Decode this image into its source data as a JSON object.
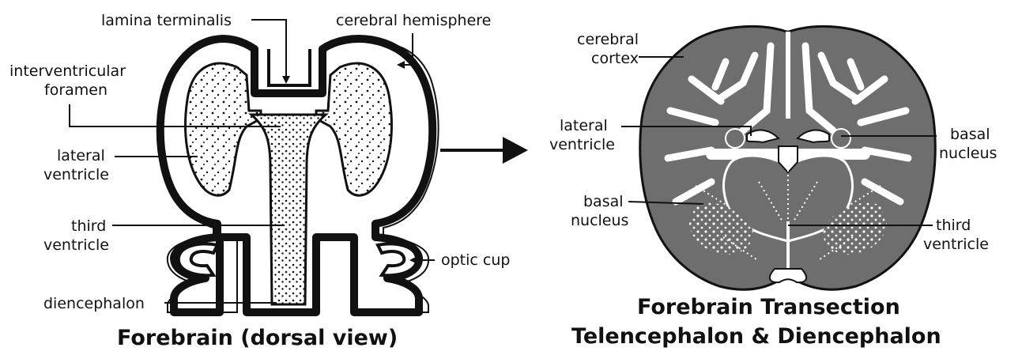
{
  "left_figure": {
    "caption": "Forebrain (dorsal view)",
    "labels": {
      "lamina_terminalis": "lamina terminalis",
      "cerebral_hemisphere": "cerebral hemisphere",
      "interventricular_foramen_1": "interventricular",
      "interventricular_foramen_2": "foramen",
      "lateral_ventricle_1": "lateral",
      "lateral_ventricle_2": "ventricle",
      "third_ventricle_1": "third",
      "third_ventricle_2": "ventricle",
      "optic_cup": "optic cup",
      "diencephalon": "diencephalon"
    }
  },
  "right_figure": {
    "caption_line1": "Forebrain Transection",
    "caption_line2": "Telencephalon & Diencephalon",
    "labels": {
      "cerebral_cortex_1": "cerebral",
      "cerebral_cortex_2": "cortex",
      "lateral_ventricle_1": "lateral",
      "lateral_ventricle_2": "ventricle",
      "basal_nucleus_left_1": "basal",
      "basal_nucleus_left_2": "nucleus",
      "basal_nucleus_right_1": "basal",
      "basal_nucleus_right_2": "nucleus",
      "third_ventricle_1": "third",
      "third_ventricle_2": "ventricle"
    }
  },
  "colors": {
    "ink": "#111111",
    "tissue_gray": "#6e6e6e",
    "background": "#ffffff"
  }
}
